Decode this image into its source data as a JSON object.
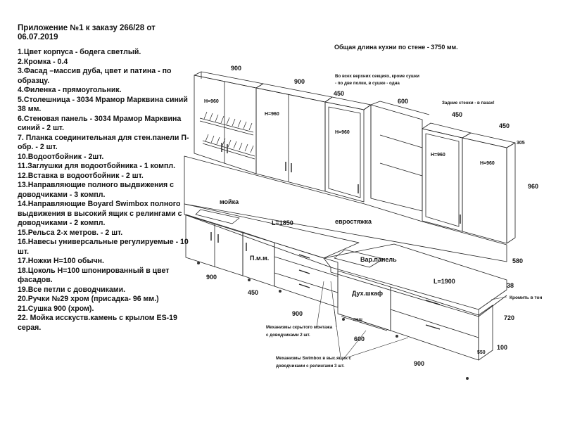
{
  "header": {
    "line1": "Приложение №1 к заказу 266/28 от",
    "line2": "06.07.2019"
  },
  "spec_items": [
    "1.Цвет корпуса - бодега светлый.",
    "2.Кромка - 0.4",
    "3.Фасад –массив дуба, цвет и патина - по образцу.",
    "4.Филенка - прямоугольник.",
    "5.Столешница - 3034 Мрамор Марквина синий 38 мм.",
    "6.Стеновая панель - 3034 Мрамор Марквина синий - 2 шт.",
    "7. Планка соединительная для стен.панели П-обр. - 2 шт.",
    "10.Водоотбойник - 2шт.",
    "11.Заглушки для водоотбойника - 1 компл.",
    "12.Вставка в водоотбойник - 2 шт.",
    "13.Направляющие полного выдвижения с доводчиками - 3 компл.",
    "14.Направляющие Boyard Swimbox полного выдвижения в высокий ящик с релингами с доводчиками - 2 компл.",
    "15.Рельса 2-х метров. - 2 шт.",
    "16.Навесы универсальные регулируемые - 10 шт.",
    "17.Ножки Н=100 обычн.",
    "18.Цоколь Н=100 шпонированный в цвет фасадов.",
    "19.Все петли с доводчиками.",
    "20.Ручки №29 хром  (присадка- 96 мм.)",
    "21.Сушка 900 (хром).",
    "22. Мойка исскуств.камень с крылом ES-19 серая."
  ],
  "total_length": "Общая длина кухни по стене - 3750 мм.",
  "notes": {
    "upper_shelves_1": "Во всех верхних секциях, кроме сушки",
    "upper_shelves_2": "- по две полки, в сушке - одна",
    "back_walls": "Задние стенки - в пазах!",
    "chrome": "Кромить в тон",
    "hidden_mech_1": "Механизмы скрытого монтажа",
    "hidden_mech_2": "с доводчиками 2 шт.",
    "swimbox_1": "Механизмы Swimbox в выс.ящик с",
    "swimbox_2": "доводчиками с релингами 3 шт."
  },
  "dims": {
    "u1_w": "900",
    "u2_w": "900",
    "u3_w": "450",
    "u4_w": "600",
    "u5_w": "450",
    "u6_w": "450",
    "u_depth": "305",
    "u_height": "960",
    "h1": "H=960",
    "h2": "H=960",
    "h3": "H=960",
    "h4": "H=960",
    "h5": "H=960",
    "l1850": "L=1850",
    "l1900": "L=1900",
    "b1_w": "900",
    "b2_w": "450",
    "b3_w": "900",
    "b4_w": "600",
    "b5_w": "900",
    "b_height": "720",
    "plinth": "100",
    "gap": "580",
    "top_thk": "38",
    "b_depth": "550"
  },
  "labels": {
    "sink": "мойка",
    "tie": "евростяжка",
    "dishwasher": "П.м.м.",
    "hob": "Вар.панель",
    "oven": "Дух.шкаф",
    "pesh": "пеш"
  }
}
